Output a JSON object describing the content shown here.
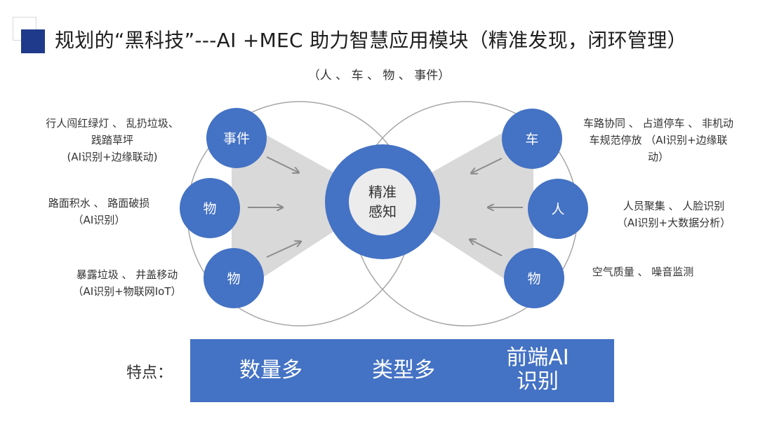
{
  "header": {
    "title": "规划的“黑科技”---AI +MEC 助力智慧应用模块（精准发现，闭环管理）"
  },
  "diagram": {
    "subtitle": "（人 、 车 、 物 、 事件）",
    "center_line1": "精准",
    "center_line2": "感知",
    "left": [
      {
        "node": "事件",
        "text": [
          "行人闯红绿灯 、 乱扔垃圾、",
          "践踏草坪",
          "(AI识别+边缘联动)"
        ]
      },
      {
        "node": "物",
        "text": [
          "路面积水 、 路面破损",
          "（AI识别）"
        ]
      },
      {
        "node": "物",
        "text": [
          "暴露垃圾 、 井盖移动",
          "（AI识别+物联网IoT）"
        ]
      }
    ],
    "right": [
      {
        "node": "车",
        "text": [
          "车路协同 、 占道停车 、 非机动",
          "车规范停放 （AI识别+边缘联",
          "动）"
        ]
      },
      {
        "node": "人",
        "text": [
          "人员聚集 、 人脸识别",
          "（AI识别+大数据分析）"
        ]
      },
      {
        "node": "物",
        "text": [
          "空气质量 、 噪音监测"
        ]
      }
    ]
  },
  "features": {
    "label": "特点：",
    "items": [
      "数量多",
      "类型多",
      "前端AI识别"
    ],
    "item3_line1": "前端AI",
    "item3_line2": "识别"
  },
  "colors": {
    "node_blue": "#4472c4",
    "title_square": "#1f3a8a",
    "shade_gray": "#d9d9d9",
    "ring_gray": "#a6a6a6"
  }
}
